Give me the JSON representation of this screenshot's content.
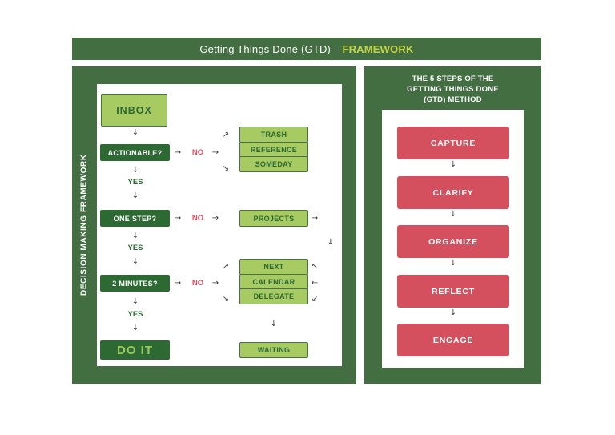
{
  "header": {
    "title": "Getting Things Done (GTD) -",
    "accent": "FRAMEWORK"
  },
  "left_panel": {
    "side_label": "DECISION MAKING FRAMEWORK",
    "inbox": "INBOX",
    "yes": "YES",
    "no": "NO",
    "questions": [
      "ACTIONABLE?",
      "ONE STEP?",
      "2 MINUTES?"
    ],
    "no_outcomes_1": [
      "TRASH",
      "REFERENCE",
      "SOMEDAY"
    ],
    "no_outcome_2": "PROJECTS",
    "no_outcomes_3": [
      "NEXT",
      "CALENDAR",
      "DELEGATE"
    ],
    "waiting": "WAITING",
    "do_it": "DO IT"
  },
  "right_panel": {
    "title_lines": [
      "THE 5 STEPS OF THE",
      "GETTING THINGS DONE",
      "(GTD) METHOD"
    ],
    "steps": [
      "CAPTURE",
      "CLARIFY",
      "ORGANIZE",
      "REFLECT",
      "ENGAGE"
    ]
  },
  "icons": {
    "arrow_down": "↓",
    "arrow_right": "→",
    "arrow_left": "←",
    "arrow_up_right": "↗",
    "arrow_down_right": "↘",
    "arrow_up_left": "↖",
    "arrow_down_left": "↙"
  },
  "colors": {
    "panel_green": "#426e42",
    "question_box_green": "#2d6a33",
    "light_green_box": "#a7ca63",
    "accent_yellow_green": "#c3d44b",
    "step_red": "#d5505e",
    "no_red": "#e9495e"
  }
}
